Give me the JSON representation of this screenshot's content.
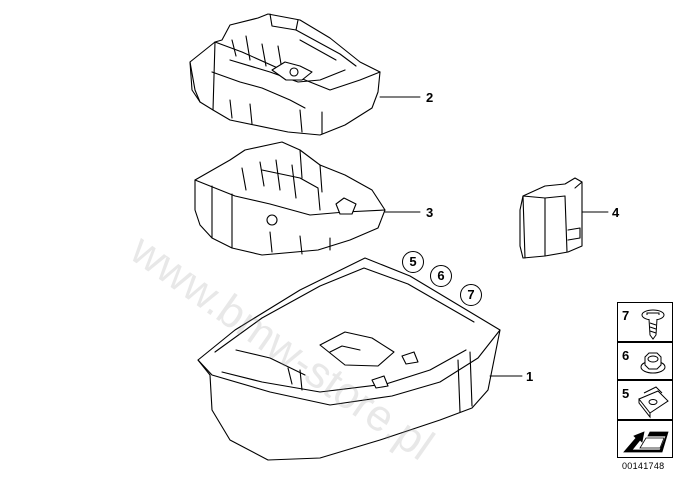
{
  "callouts": {
    "part_1": "1",
    "part_2": "2",
    "part_3": "3",
    "part_4": "4",
    "part_5": "5",
    "part_6": "6",
    "part_7": "7"
  },
  "legend": [
    {
      "number": "7",
      "icon": "screw-with-washer-icon"
    },
    {
      "number": "6",
      "icon": "hex-nut-icon"
    },
    {
      "number": "5",
      "icon": "clip-nut-icon"
    },
    {
      "number": "",
      "icon": "direction-arrow-icon"
    }
  ],
  "document_code": "00141748",
  "watermark": "www.bmw-store.pl",
  "colors": {
    "line": "#000000",
    "watermark": "#969696",
    "background": "#ffffff"
  }
}
